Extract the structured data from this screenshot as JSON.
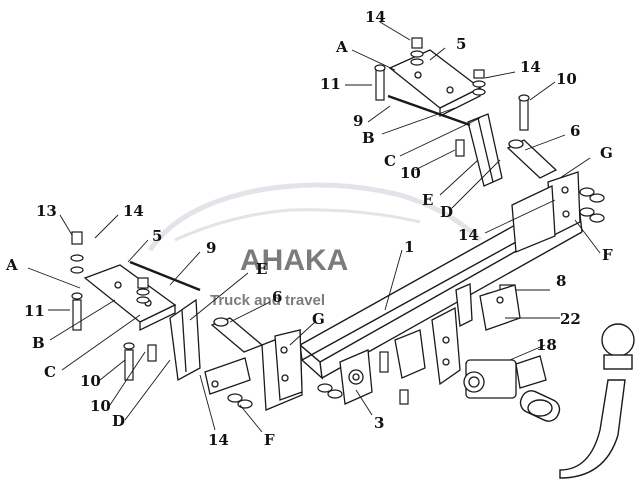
{
  "labels": {
    "top_14": "14",
    "top_A": "A",
    "top_5": "5",
    "top_14b": "14",
    "top_11": "11",
    "top_10": "10",
    "top_9": "9",
    "top_B": "B",
    "top_C": "C",
    "top_10b": "10",
    "top_6": "6",
    "top_G": "G",
    "top_E": "E",
    "top_D": "D",
    "top_14c": "14",
    "top_F": "F",
    "l_13": "13",
    "l_14": "14",
    "l_5": "5",
    "l_9": "9",
    "l_A": "A",
    "l_E": "E",
    "l_11": "11",
    "l_B": "B",
    "l_C": "C",
    "l_10": "10",
    "l_10b": "10",
    "l_D": "D",
    "l_6": "6",
    "l_G": "G",
    "l_14b": "14",
    "l_F": "F",
    "c_1": "1",
    "c_8": "8",
    "c_22": "22",
    "c_18": "18",
    "c_3": "3"
  },
  "watermark": {
    "brand": "AHAKA",
    "tagline": "Truck and travel"
  },
  "colors": {
    "line": "#1a1a1a",
    "watermark": "#c9ced6",
    "watermark_red": "#e04a4a"
  }
}
